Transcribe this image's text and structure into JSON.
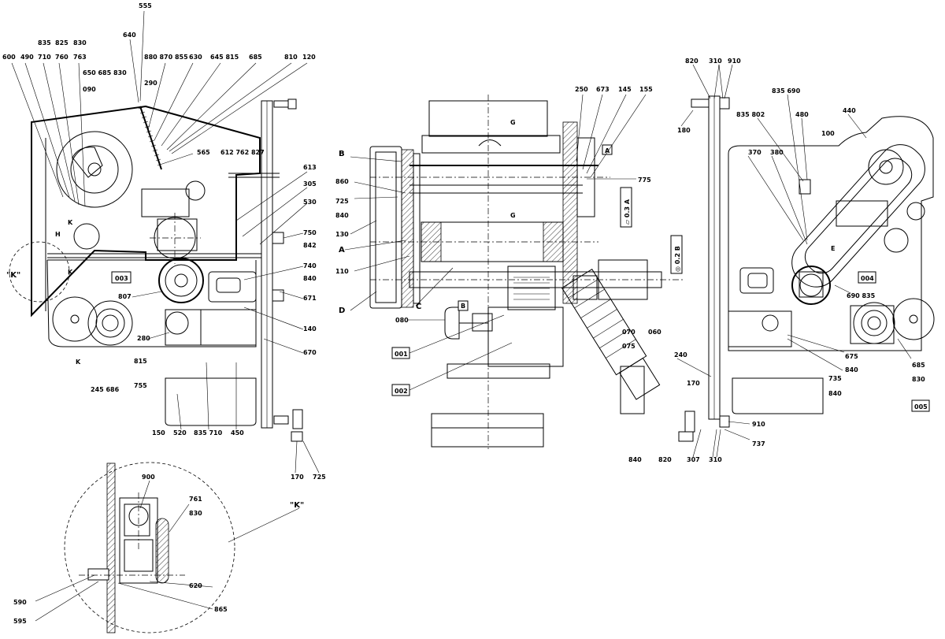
{
  "labels": {
    "l555": "555",
    "l640": "640",
    "l835a": "835",
    "l825": "825",
    "l830a": "830",
    "l600": "600",
    "l490": "490",
    "l710a": "710",
    "l760": "760",
    "l763": "763",
    "l650": "650 685 830",
    "l290": "290",
    "l880": "880 870 855",
    "l630": "630",
    "l645": "645 815",
    "l685a": "685",
    "l810": "810",
    "l120": "120",
    "l090": "090",
    "l565": "565",
    "l612": "612 762 827",
    "l613": "613",
    "l305": "305",
    "l530": "530",
    "l750": "750",
    "l842": "842",
    "l740": "740",
    "l840a": "840",
    "l671": "671",
    "l140": "140",
    "l670": "670",
    "l807": "807",
    "l003": "003",
    "lKleft": "\"K\"",
    "lH": "H",
    "lK1": "K",
    "lK2": "K",
    "lK3": "K",
    "l280": "280",
    "l815": "815",
    "l755": "755",
    "l245": "245 686",
    "l150": "150",
    "l520": "520",
    "l835b": "835 710",
    "l450": "450",
    "l170a": "170",
    "l725a": "725",
    "lB1": "B",
    "l860": "860",
    "l725b": "725",
    "l840b": "840",
    "l130": "130",
    "lA1": "A",
    "l110": "110",
    "lD": "D",
    "lC": "C",
    "l080": "080",
    "l001": "001",
    "l002": "002",
    "lG1": "G",
    "lG2": "G",
    "l250": "250",
    "l673": "673",
    "l145": "145",
    "l155": "155",
    "lA2": "A",
    "l775": "775",
    "ltol1": "⏥ 0.3 A",
    "ltol2": "◎ 0.2 B",
    "lB2": "B",
    "l070": "070",
    "l075": "075",
    "l060": "060",
    "l820a": "820",
    "l310a": "310",
    "l910a": "910",
    "l180": "180",
    "l240": "240",
    "l170b": "170",
    "l840c": "840",
    "l820b": "820",
    "l307": "307",
    "l310b": "310",
    "l910b": "910",
    "l737": "737",
    "l835c": "835 690",
    "l440": "440",
    "l835d": "835 802",
    "l480": "480",
    "l100": "100",
    "l370": "370",
    "l380": "380",
    "lE": "E",
    "l004": "004",
    "l690": "690 835",
    "l675": "675",
    "l840d": "840",
    "l735": "735",
    "l840e": "840",
    "l685b": "685",
    "l830b": "830",
    "l005": "005",
    "l900": "900",
    "l761": "761",
    "l830c": "830",
    "lKdetail": "\"K\"",
    "l620": "620",
    "l590": "590",
    "l595": "595",
    "l865": "865"
  }
}
